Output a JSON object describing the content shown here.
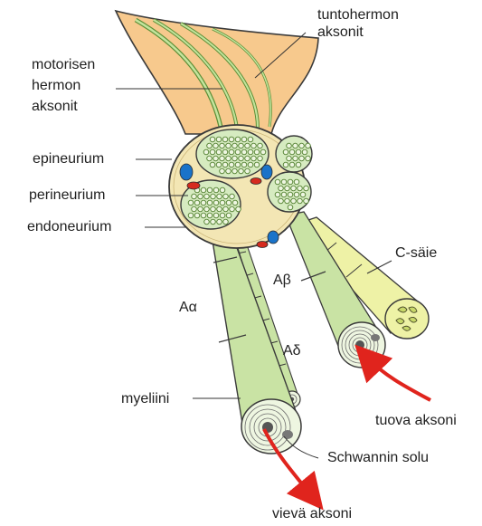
{
  "labels": {
    "sensory_axons": [
      "tuntohermon",
      "aksonit"
    ],
    "motor_axons": [
      "motorisen",
      "hermon",
      "aksonit"
    ],
    "epineurium": "epineurium",
    "perineurium": "perineurium",
    "endoneurium": "endoneurium",
    "c_fiber": "C-säie",
    "a_beta": "Aβ",
    "a_alpha": "Aα",
    "a_delta": "Aδ",
    "myelin": "myeliini",
    "afferent_axon": "tuova aksoni",
    "schwann_cell": "Schwannin solu",
    "efferent_axon": "vievä aksoni"
  },
  "colors": {
    "nerve_sheath": "#f7c98d",
    "nerve_outline": "#3a3a3a",
    "cross_section": "#f3e6b4",
    "fascicle": "#d6ebc0",
    "myelinated_fiber": "#c9e3a4",
    "fiber_dark": "#8fbf62",
    "c_fiber": "#eef2a6",
    "blood_artery": "#d62a1e",
    "blood_vein": "#1a73c9",
    "arrow": "#e0241d"
  }
}
